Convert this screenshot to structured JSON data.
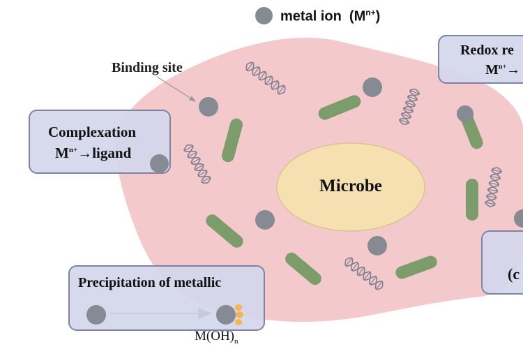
{
  "legend": {
    "label": "metal ion  (M",
    "superscript": "n+",
    "close": ")"
  },
  "cell": {
    "label": "Microbe",
    "binding_site_label": "Binding site"
  },
  "boxes": {
    "complexation": {
      "title": "Complexation",
      "line2_prefix": "M",
      "line2_sup": "n+",
      "line2_suffix": "→ligand"
    },
    "redox": {
      "title": "Redox re",
      "line2_prefix": "M",
      "line2_sup": "n+",
      "line2_suffix": "→"
    },
    "precipitation": {
      "title": "Precipitation of metallic",
      "product_prefix": "M(OH)",
      "product_sub": "n"
    },
    "right_partial": {
      "text": "(c"
    }
  },
  "colors": {
    "cell_fill": "#f4c9cb",
    "nucleus_fill": "#f6e0b2",
    "rod_fill": "#7d9c6c",
    "ion_fill": "#868a93",
    "box_fill": "#d4d6ec",
    "box_border": "#7e82a3",
    "dna_stroke": "#7f7f8f",
    "precipitate": "#f3b650"
  }
}
